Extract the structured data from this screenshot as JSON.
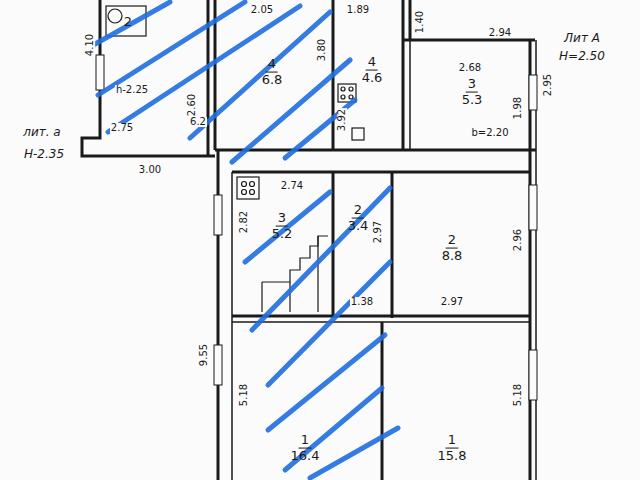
{
  "diagram": {
    "nodes": [
      {
        "text": [
          "2"
        ]
      },
      {
        "text": [
          "4",
          "6.8"
        ]
      },
      {
        "text": [
          "4",
          "4.6"
        ]
      },
      {
        "text": [
          "3",
          "5.3"
        ]
      },
      {
        "text": [
          "3",
          "5.2"
        ]
      },
      {
        "text": [
          "2",
          "3.4"
        ]
      },
      {
        "text": [
          "2",
          "8.8"
        ]
      },
      {
        "text": [
          "1",
          "16.4"
        ]
      },
      {
        "text": [
          "1",
          "15.8"
        ]
      }
    ],
    "labels": [
      "4.10",
      "h-2.25",
      "2.75",
      "2.60",
      "6.2",
      "3.00",
      "лит. а",
      "Н-2.35",
      "2.05",
      "3.80",
      "1.89",
      "3.92",
      "1.40",
      "2.94",
      "Лит А",
      "Н=2.50",
      "2.68",
      "1.98",
      "2.95",
      "b=2.20",
      "2.74",
      "2.82",
      "2.97",
      "1.38",
      "2.96",
      "2.97",
      "9.55",
      "5.18",
      "5.18"
    ]
  }
}
